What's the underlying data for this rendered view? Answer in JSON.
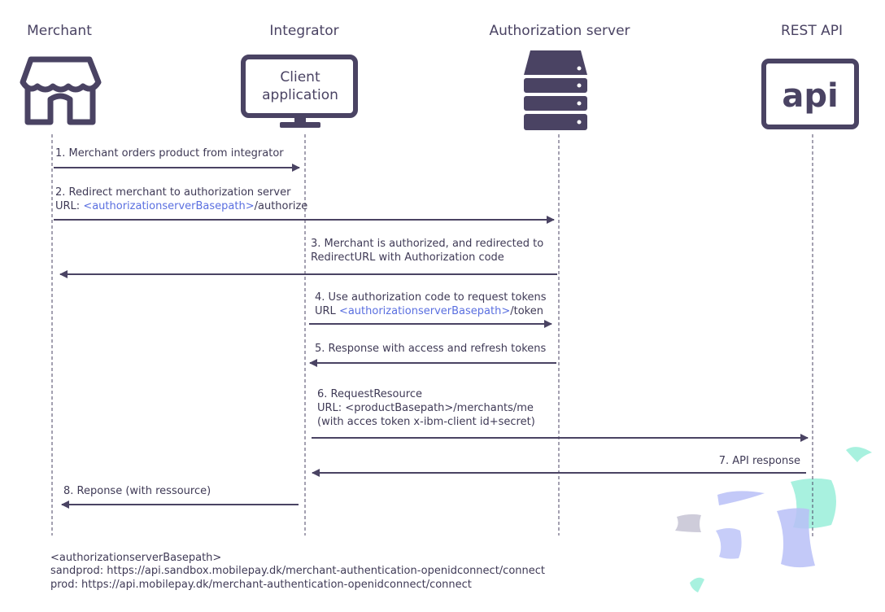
{
  "actors": {
    "merchant": "Merchant",
    "integrator": "Integrator",
    "auth_server": "Authorization server",
    "rest_api": "REST API"
  },
  "icons": {
    "merchant": "storefront-icon",
    "integrator": "monitor-icon",
    "integrator_line1": "Client",
    "integrator_line2": "application",
    "auth_server": "server-stack-icon",
    "rest_api": "api-icon",
    "rest_api_text": "api"
  },
  "messages": [
    {
      "line1": "1. Merchant orders product from integrator"
    },
    {
      "line1": "2. Redirect merchant to authorization server",
      "line2_prefix": "URL: ",
      "line2_link": "<authorizationserverBasepath>",
      "line2_suffix": "/authorize"
    },
    {
      "line1": "3. Merchant is authorized, and redirected to",
      "line2": "RedirectURL with Authorization code"
    },
    {
      "line1": "4. Use authorization code to request tokens",
      "line2_prefix": "URL ",
      "line2_link": "<authorizationserverBasepath>",
      "line2_suffix": "/token"
    },
    {
      "line1": "5. Response with access and refresh tokens"
    },
    {
      "line1": "6. RequestResource",
      "line2": "URL: <productBasepath>/merchants/me",
      "line3": "(with acces token x-ibm-client id+secret)"
    },
    {
      "line1": "7. API response"
    },
    {
      "line1": "8. Reponse (with ressource)"
    }
  ],
  "footer": {
    "heading": "<authorizationserverBasepath>",
    "sandprod": "sandprod: https://api.sandbox.mobilepay.dk/merchant-authentication-openidconnect/connect",
    "prod": "prod: https://api.mobilepay.dk/merchant-authentication-openidconnect/connect"
  },
  "colors": {
    "line": "#4a4363",
    "link": "#5a6fe0",
    "deco_teal": "#9ff0dc",
    "deco_lavender": "#b9c0f7",
    "deco_grey": "#c9c6d6"
  }
}
